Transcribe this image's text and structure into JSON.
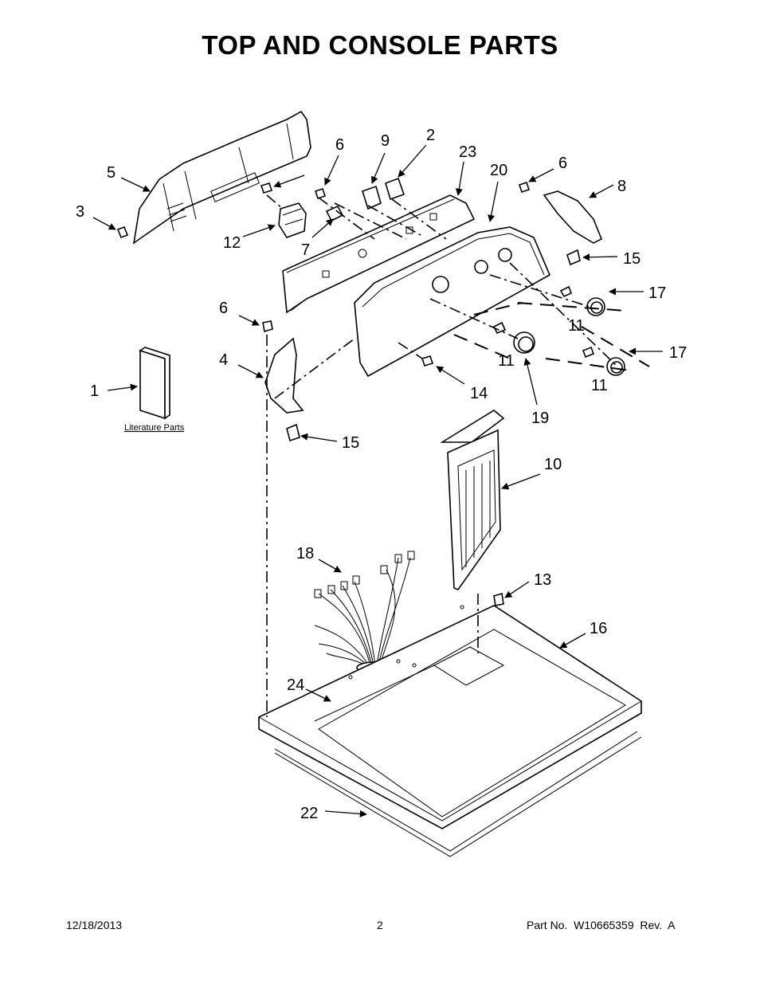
{
  "title": "TOP AND CONSOLE PARTS",
  "literature_label": "Literature Parts",
  "callouts": {
    "c1": "1",
    "c2": "2",
    "c3": "3",
    "c4": "4",
    "c5": "5",
    "c6a": "6",
    "c6b": "6",
    "c6c": "6",
    "c7": "7",
    "c8": "8",
    "c9": "9",
    "c10": "10",
    "c11a": "11",
    "c11b": "11",
    "c11c": "11",
    "c12": "12",
    "c13": "13",
    "c14": "14",
    "c15a": "15",
    "c15b": "15",
    "c16": "16",
    "c17a": "17",
    "c17b": "17",
    "c18": "18",
    "c19": "19",
    "c20": "20",
    "c22": "22",
    "c23": "23",
    "c24": "24"
  },
  "footer": {
    "date": "12/18/2013",
    "page": "2",
    "part_no": "Part No.  W10665359  Rev.  A"
  }
}
